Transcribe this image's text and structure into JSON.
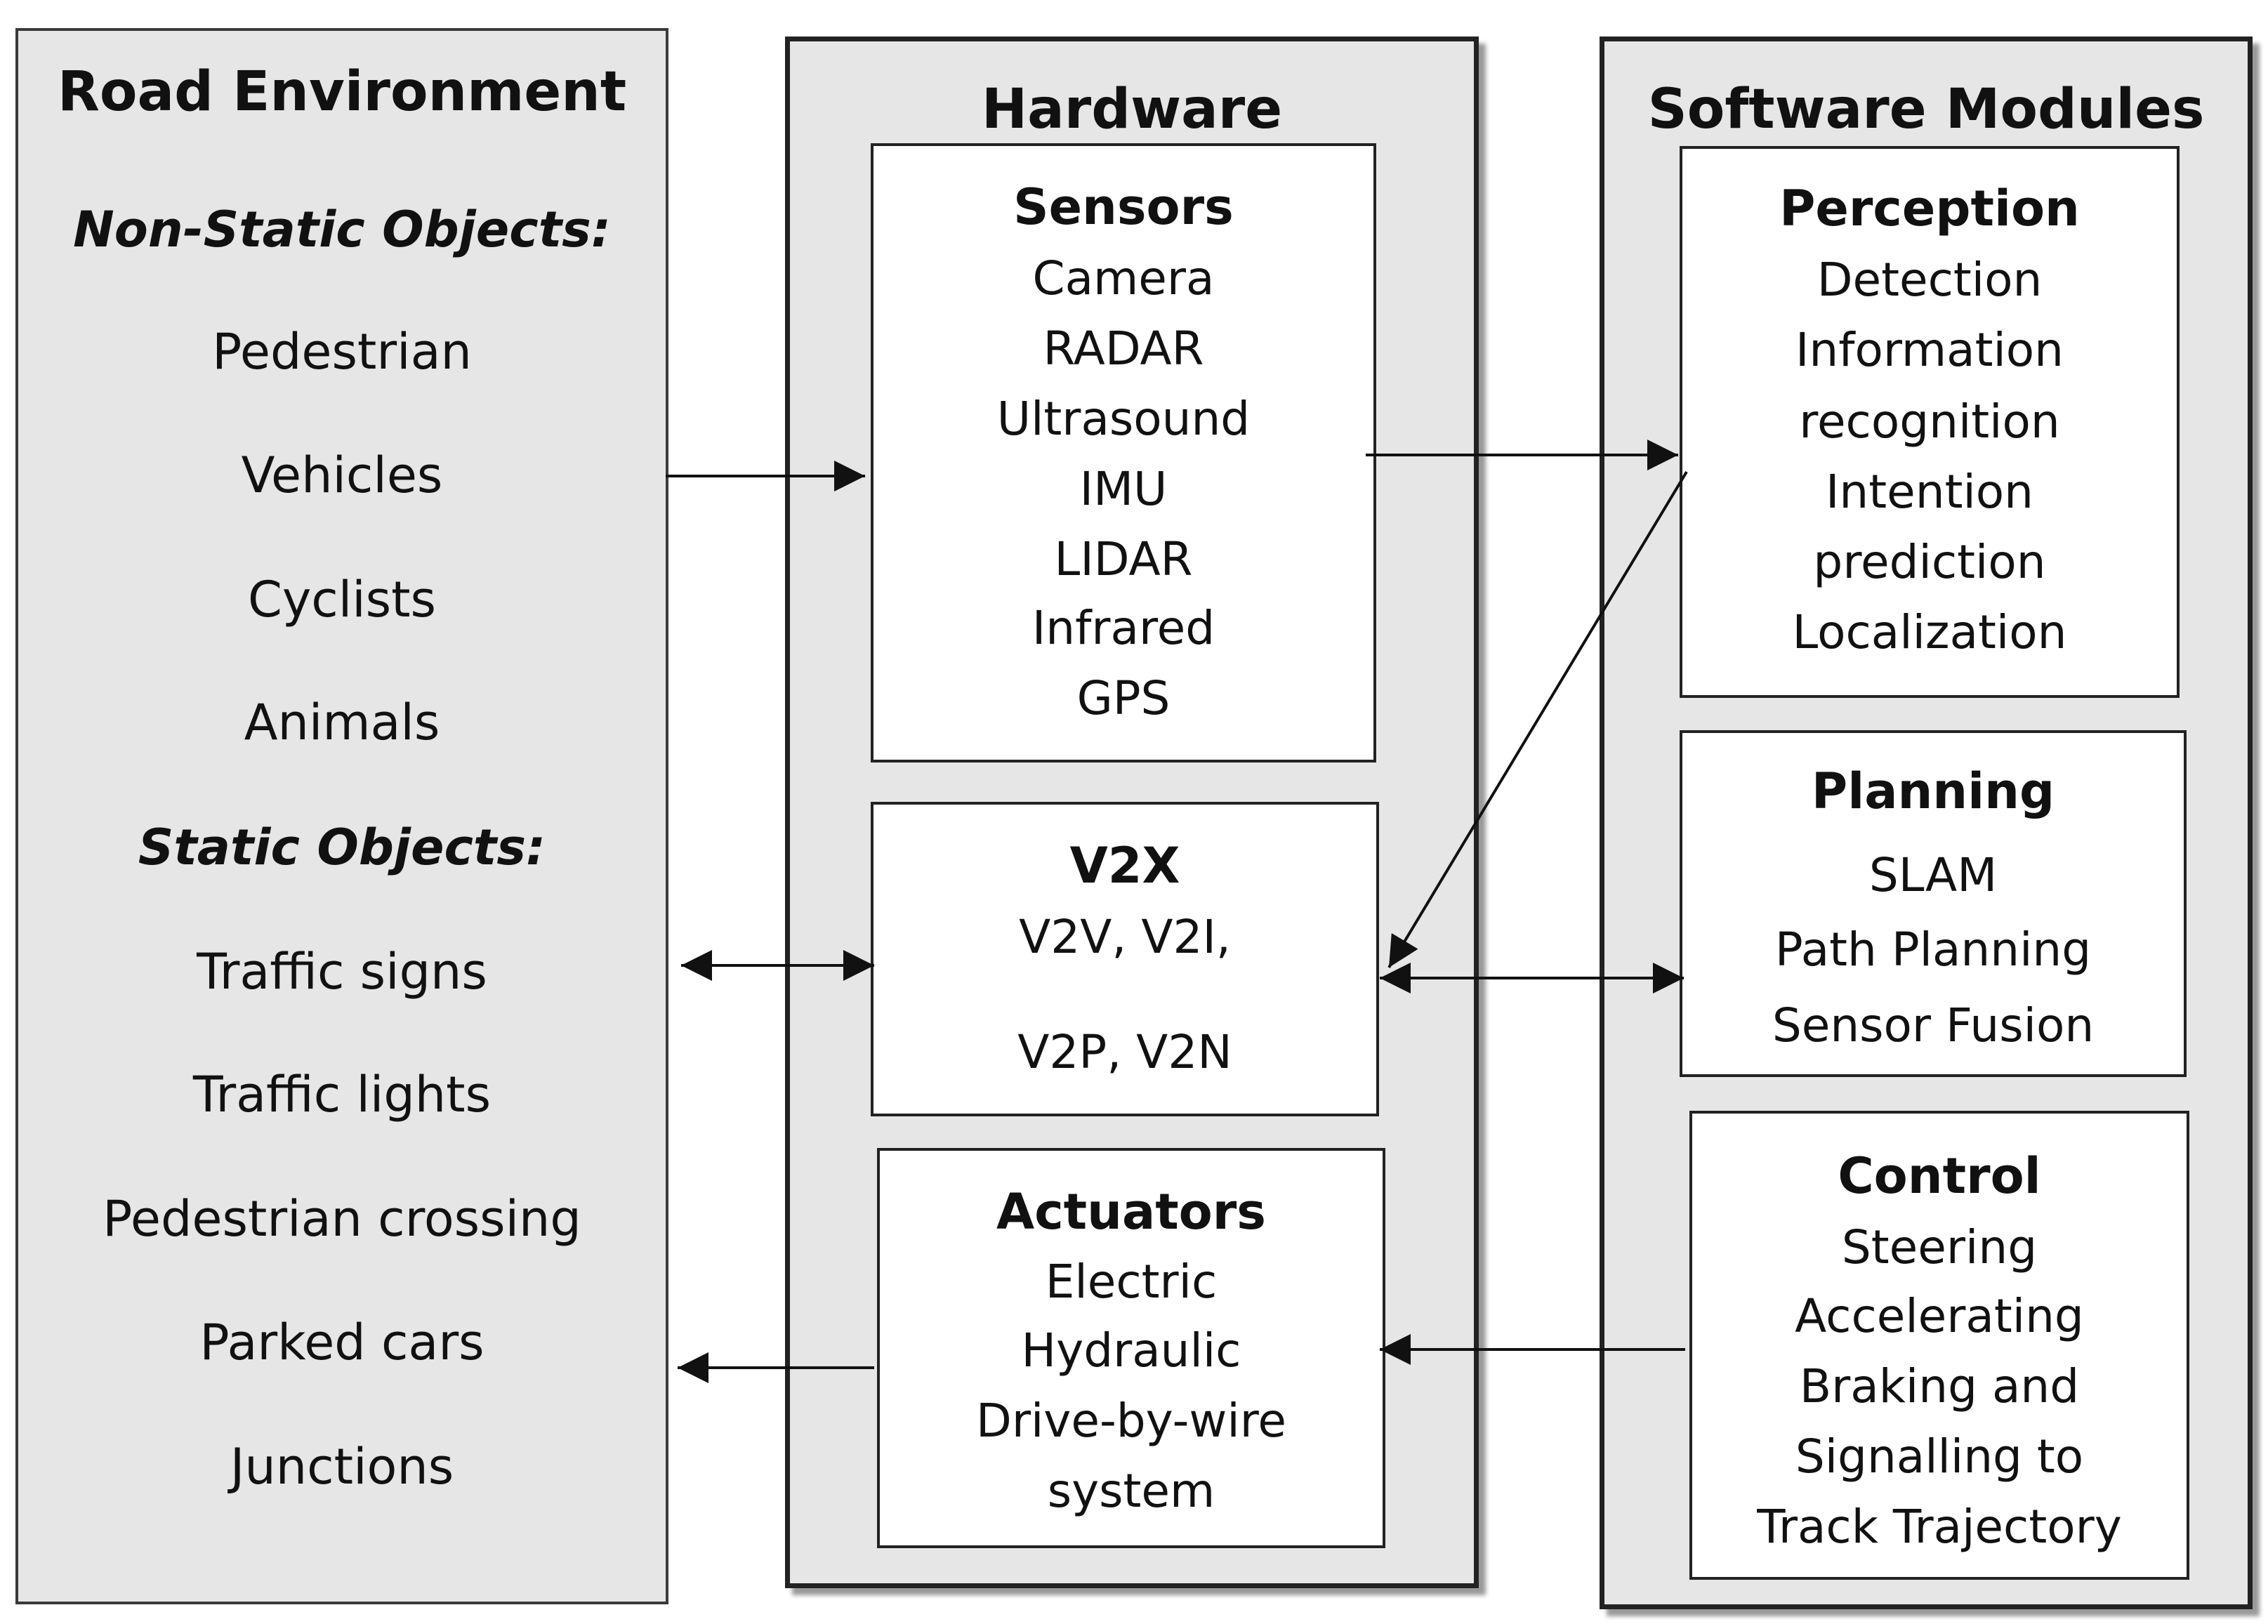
{
  "road": {
    "title": "Road Environment",
    "non_static_heading": "Non-Static Objects:",
    "non_static_items": [
      "Pedestrian",
      "Vehicles",
      "Cyclists",
      "Animals"
    ],
    "static_heading": "Static Objects:",
    "static_items": [
      "Traffic signs",
      "Traffic lights",
      "Pedestrian crossing",
      "Parked cars",
      "Junctions"
    ]
  },
  "hardware": {
    "title": "Hardware",
    "sensors": {
      "title": "Sensors",
      "items": [
        "Camera",
        "RADAR",
        "Ultrasound",
        "IMU",
        "LIDAR",
        "Infrared",
        "GPS"
      ]
    },
    "v2x": {
      "title": "V2X",
      "items": [
        "V2V, V2I,",
        "V2P, V2N"
      ]
    },
    "actuators": {
      "title": "Actuators",
      "items": [
        "Electric",
        "Hydraulic",
        "Drive-by-wire",
        "system"
      ]
    }
  },
  "software": {
    "title": "Software Modules",
    "perception": {
      "title": "Perception",
      "items": [
        "Detection",
        "Information",
        "recognition",
        "Intention",
        "prediction",
        "Localization"
      ]
    },
    "planning": {
      "title": "Planning",
      "items": [
        "SLAM",
        "Path Planning",
        "Sensor Fusion"
      ]
    },
    "control": {
      "title": "Control",
      "items": [
        "Steering",
        "Accelerating",
        "Braking and",
        "Signalling to",
        "Track Trajectory"
      ]
    }
  }
}
